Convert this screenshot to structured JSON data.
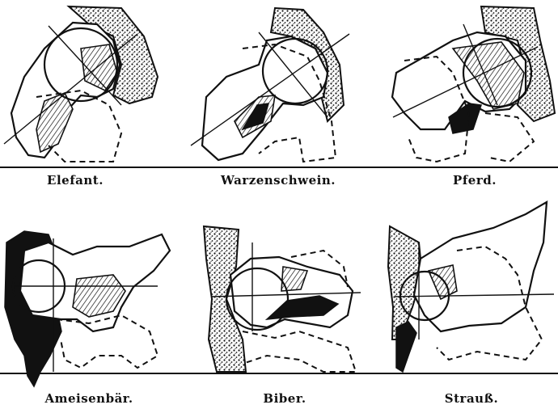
{
  "panels": [
    {
      "id": "elefant",
      "label": "Elefant."
    },
    {
      "id": "warzenschwein",
      "label": "Warzenschwein."
    },
    {
      "id": "pferd",
      "label": "Pferd."
    },
    {
      "id": "ameisenbaer",
      "label": "Ameisenbär."
    },
    {
      "id": "biber",
      "label": "Biber."
    },
    {
      "id": "strauss",
      "label": "Strauß."
    }
  ]
}
